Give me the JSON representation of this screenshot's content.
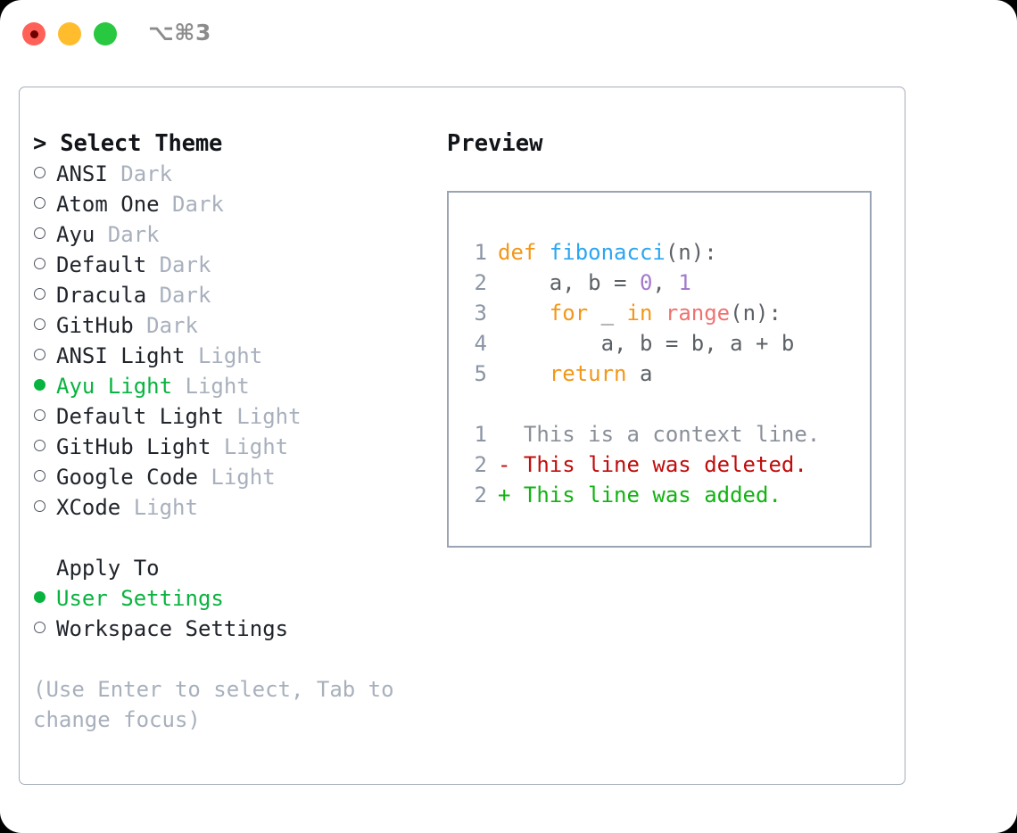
{
  "window": {
    "shortcut_label": "⌥⌘3",
    "traffic_lights": [
      {
        "name": "close",
        "color": "#ff6058"
      },
      {
        "name": "minimize",
        "color": "#ffbd2e"
      },
      {
        "name": "zoom",
        "color": "#28c840"
      }
    ]
  },
  "theme_picker": {
    "heading": "> Select Theme",
    "options": [
      {
        "name": "ANSI",
        "kind": "Dark",
        "selected": false
      },
      {
        "name": "Atom One",
        "kind": "Dark",
        "selected": false
      },
      {
        "name": "Ayu",
        "kind": "Dark",
        "selected": false
      },
      {
        "name": "Default",
        "kind": "Dark",
        "selected": false
      },
      {
        "name": "Dracula",
        "kind": "Dark",
        "selected": false
      },
      {
        "name": "GitHub",
        "kind": "Dark",
        "selected": false
      },
      {
        "name": "ANSI Light",
        "kind": "Light",
        "selected": false
      },
      {
        "name": "Ayu Light",
        "kind": "Light",
        "selected": true
      },
      {
        "name": "Default Light",
        "kind": "Light",
        "selected": false
      },
      {
        "name": "GitHub Light",
        "kind": "Light",
        "selected": false
      },
      {
        "name": "Google Code",
        "kind": "Light",
        "selected": false
      },
      {
        "name": "XCode",
        "kind": "Light",
        "selected": false
      }
    ]
  },
  "apply_to": {
    "heading": "Apply To",
    "options": [
      {
        "name": "User Settings",
        "selected": true
      },
      {
        "name": "Workspace Settings",
        "selected": false
      }
    ]
  },
  "hint": "(Use Enter to select, Tab to change focus)",
  "preview": {
    "title": "Preview",
    "code_lines": [
      {
        "ln": "1",
        "tokens": [
          {
            "t": "def ",
            "c": "kw"
          },
          {
            "t": "fibonacci",
            "c": "fn"
          },
          {
            "t": "(n):",
            "c": "txt"
          }
        ]
      },
      {
        "ln": "2",
        "tokens": [
          {
            "t": "    a, b = ",
            "c": "txt"
          },
          {
            "t": "0",
            "c": "num"
          },
          {
            "t": ", ",
            "c": "txt"
          },
          {
            "t": "1",
            "c": "num"
          }
        ]
      },
      {
        "ln": "3",
        "tokens": [
          {
            "t": "    ",
            "c": "txt"
          },
          {
            "t": "for",
            "c": "kw"
          },
          {
            "t": " _ ",
            "c": "txt"
          },
          {
            "t": "in",
            "c": "kw"
          },
          {
            "t": " ",
            "c": "txt"
          },
          {
            "t": "range",
            "c": "call"
          },
          {
            "t": "(n):",
            "c": "txt"
          }
        ]
      },
      {
        "ln": "4",
        "tokens": [
          {
            "t": "        a, b = b, a + b",
            "c": "txt"
          }
        ]
      },
      {
        "ln": "5",
        "tokens": [
          {
            "t": "    ",
            "c": "txt"
          },
          {
            "t": "return",
            "c": "kw"
          },
          {
            "t": " a",
            "c": "txt"
          }
        ]
      }
    ],
    "diff_lines": [
      {
        "ln": "1",
        "marker": " ",
        "text": " This is a context line.",
        "kind": "ctx"
      },
      {
        "ln": "2",
        "marker": "-",
        "text": " This line was deleted.",
        "kind": "del"
      },
      {
        "ln": "2",
        "marker": "+",
        "text": " This line was added.",
        "kind": "add"
      }
    ]
  },
  "colors": {
    "accent_green": "#09b33f",
    "muted": "#a8b0bd",
    "border": "#a4adbb",
    "keyword": "#f29718",
    "function": "#2ba6f0",
    "number": "#a37acc",
    "builtin": "#f07171",
    "deleted": "#c00d0d",
    "added": "#12b312"
  }
}
